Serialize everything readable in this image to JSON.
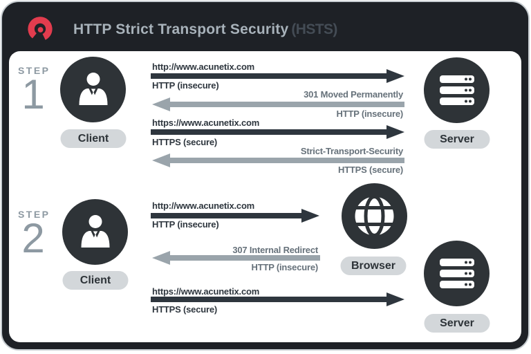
{
  "header": {
    "title": "HTTP Strict Transport Security",
    "suffix": "(HSTS)",
    "logo_name": "acunetix-logo"
  },
  "colors": {
    "frame": "#1e2126",
    "panel": "#ffffff",
    "logo_red": "#e23c4e",
    "dark_text": "#2e363e",
    "gray_text": "#66717a",
    "dark_arrow": "#2e363e",
    "gray_arrow": "#9aa4ab",
    "step_label": "#8d99a2",
    "pill_bg": "#d3d7da",
    "pill_text": "#2d3338",
    "title_main": "#a8b2ba",
    "title_suffix": "#444c55"
  },
  "step1": {
    "label": "STEP",
    "number": "1",
    "client_label": "Client",
    "server_label": "Server",
    "messages": [
      {
        "title": "http://www.acunetix.com",
        "caption": "HTTP (insecure)",
        "direction": "right",
        "tone": "dark"
      },
      {
        "title": "301 Moved Permanently",
        "caption": "HTTP (insecure)",
        "direction": "left",
        "tone": "gray"
      },
      {
        "title": "https://www.acunetix.com",
        "caption": "HTTPS (secure)",
        "direction": "right",
        "tone": "dark"
      },
      {
        "title": "Strict-Transport-Security",
        "caption": "HTTPS (secure)",
        "direction": "left",
        "tone": "gray"
      }
    ]
  },
  "step2": {
    "label": "STEP",
    "number": "2",
    "client_label": "Client",
    "browser_label": "Browser",
    "server_label": "Server",
    "messages": [
      {
        "title": "http://www.acunetix.com",
        "caption": "HTTP (insecure)",
        "direction": "right",
        "tone": "dark"
      },
      {
        "title": "307 Internal Redirect",
        "caption": "HTTP (insecure)",
        "direction": "left",
        "tone": "gray"
      },
      {
        "title": "https://www.acunetix.com",
        "caption": "HTTPS (secure)",
        "direction": "right",
        "tone": "dark"
      }
    ]
  }
}
